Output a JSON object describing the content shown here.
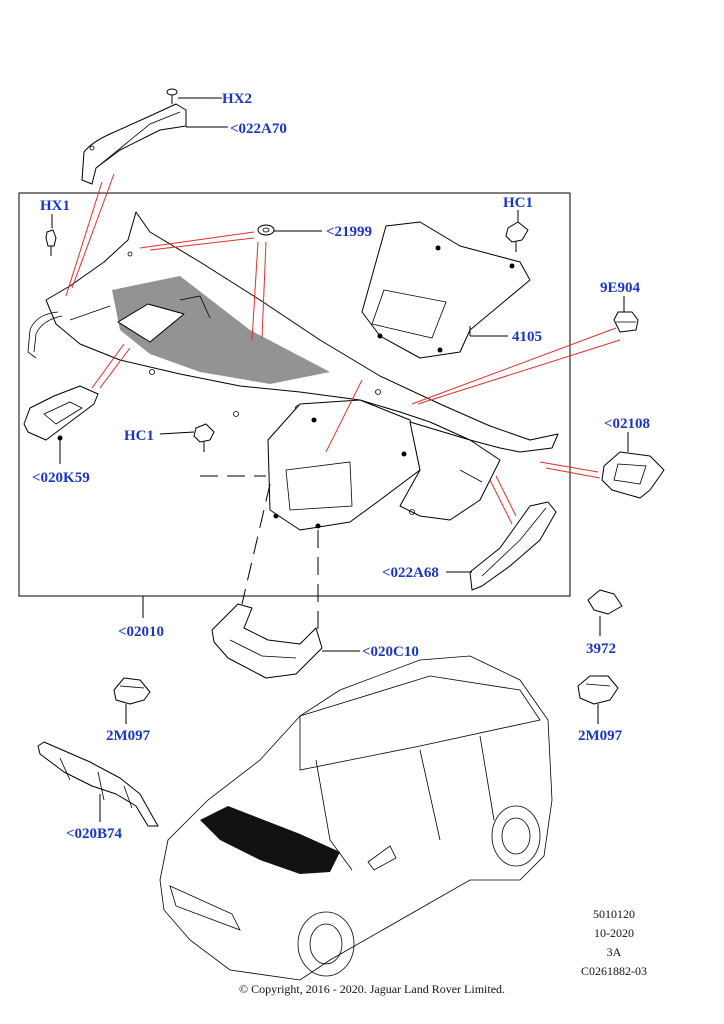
{
  "labels": {
    "hx2": "HX2",
    "l022a70": "<022A70",
    "hx1": "HX1",
    "l21999": "<21999",
    "hc1_top": "HC1",
    "l9e904": "9E904",
    "l4105": "4105",
    "hc1_mid": "HC1",
    "l02108": "<02108",
    "l020k59": "<020K59",
    "l022a68": "<022A68",
    "l02010": "<02010",
    "l020c10": "<020C10",
    "l3972": "3972",
    "l2m097_left": "2M097",
    "l2m097_right": "2M097",
    "l020b74": "<020B74"
  },
  "footer": {
    "ref1": "5010120",
    "ref2": "10-2020",
    "ref3": "3A",
    "ref4": "C0261882-03",
    "copyright": "© Copyright, 2016 - 2020. Jaguar Land Rover Limited."
  },
  "colors": {
    "label": "#1a35c8",
    "leader_red": "#e0302a",
    "line": "#000000"
  }
}
